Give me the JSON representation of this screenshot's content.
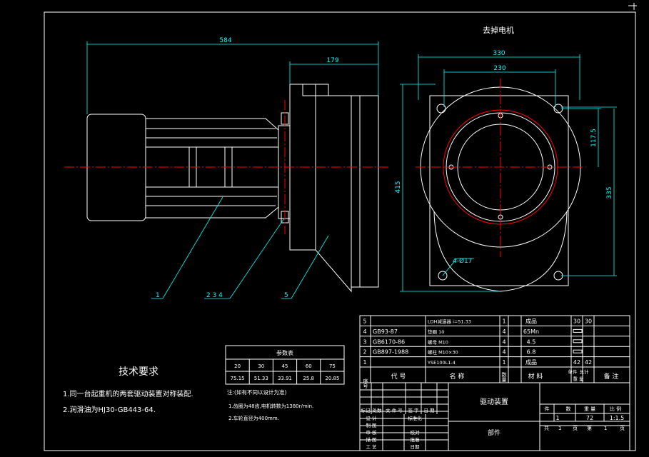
{
  "view_labels": {
    "side_view_dim_total": "584",
    "side_view_dim_flange": "179",
    "front_view_title": "去掉电机",
    "front_dim_outer": "330",
    "front_dim_inner": "230",
    "front_dim_height": "415",
    "front_dim_half": "117.5",
    "front_dim_vertical": "335",
    "hole_callout": "4-Ø17"
  },
  "part_balloons": {
    "b1": "1",
    "b234": "2 3 4",
    "b5": "5"
  },
  "tech_requirements": {
    "title": "技术要求",
    "line1": "1.同一台起重机的两套驱动装置对称装配.",
    "line2": "2.润滑油为HJ30-GB443-64."
  },
  "param_table": {
    "title": "参数表",
    "ratios": [
      "20",
      "30",
      "45",
      "60",
      "75"
    ],
    "speeds": [
      "75.15",
      "51.33",
      "33.91",
      "25.8",
      "20.85"
    ]
  },
  "notes": {
    "line0": "注:(如有不同以设计为准)",
    "line1": "1.齿圈为48齿,电机转数为1380r/min.",
    "line2": "2.车轮直径为400mm."
  },
  "bom": {
    "rows": [
      {
        "no": "5",
        "code": "",
        "name": "LDH减速器 i=51.33",
        "qty": "1",
        "mat": "成品",
        "w1": "30",
        "w2": "30"
      },
      {
        "no": "4",
        "code": "GB93-87",
        "name": "垫圈 10",
        "qty": "4",
        "mat": "65Mn",
        "w1": "",
        "w2": ""
      },
      {
        "no": "3",
        "code": "GB6170-86",
        "name": "螺母 M10",
        "qty": "4",
        "mat": "4.5",
        "w1": "",
        "w2": ""
      },
      {
        "no": "2",
        "code": "GB897-1988",
        "name": "螺柱 M10×30",
        "qty": "4",
        "mat": "6.8",
        "w1": "",
        "w2": ""
      },
      {
        "no": "1",
        "code": "",
        "name": "YSE100L1-4",
        "qty": "1",
        "mat": "成品",
        "w1": "42",
        "w2": "42"
      }
    ],
    "header": {
      "no": "序号",
      "code": "代 号",
      "name": "名 称",
      "qty": "数量",
      "mat": "材 料",
      "single": "单件",
      "total": "总计",
      "weight": "重 量",
      "remark": "备 注"
    }
  },
  "title_block": {
    "drawing_name": "驱动装置",
    "part_label": "部件",
    "col_mark": "件",
    "col_qty": "数",
    "col_weight": "重 量",
    "col_scale": "比 例",
    "val_qty": "1",
    "val_weight": "72",
    "val_scale": "1:1.5",
    "sheet_total_label": "共",
    "sheet_total": "1",
    "sheet_unit": "页",
    "sheet_no_label": "第",
    "sheet_no": "1",
    "sheet_no_unit": "页",
    "rev_headers": [
      "标记",
      "处数",
      "文 件 号",
      "签 字",
      "日 期"
    ],
    "roles": [
      "设 计",
      "制 图",
      "审 核",
      "描 图",
      "工 艺"
    ],
    "roles_right": [
      "标准化",
      "",
      "校对",
      "批准",
      "日期"
    ]
  }
}
